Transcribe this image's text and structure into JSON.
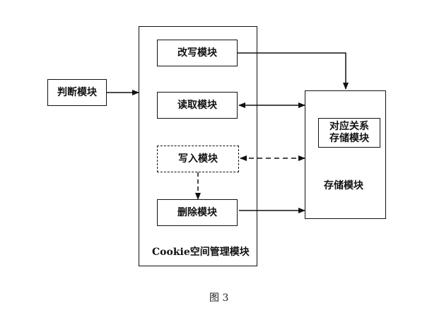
{
  "modules": {
    "judge": "判断模块",
    "rewrite": "改写模块",
    "read": "读取模块",
    "write": "写入模块",
    "delete": "删除模块",
    "cookie_space": "Cookie空间管理模块",
    "mapping_storage_line1": "对应关系",
    "mapping_storage_line2": "存储模块",
    "storage": "存储模块"
  },
  "caption": "图 3"
}
